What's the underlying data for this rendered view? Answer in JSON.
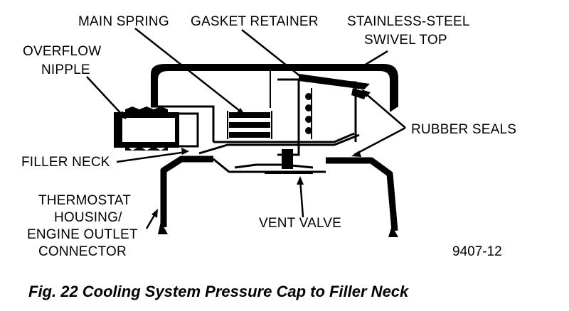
{
  "labels": {
    "main_spring": "MAIN SPRING",
    "gasket_retainer": "GASKET RETAINER",
    "swivel_top_line1": "STAINLESS-STEEL",
    "swivel_top_line2": "SWIVEL TOP",
    "overflow_line1": "OVERFLOW",
    "overflow_line2": "NIPPLE",
    "rubber_seals": "RUBBER SEALS",
    "filler_neck": "FILLER NECK",
    "thermostat_line1": "THERMOSTAT",
    "thermostat_line2": "HOUSING/",
    "thermostat_line3": "ENGINE OUTLET",
    "thermostat_line4": "CONNECTOR",
    "vent_valve": "VENT VALVE"
  },
  "figure_code": "9407-12",
  "caption": "Fig. 22 Cooling System Pressure Cap to Filler Neck"
}
